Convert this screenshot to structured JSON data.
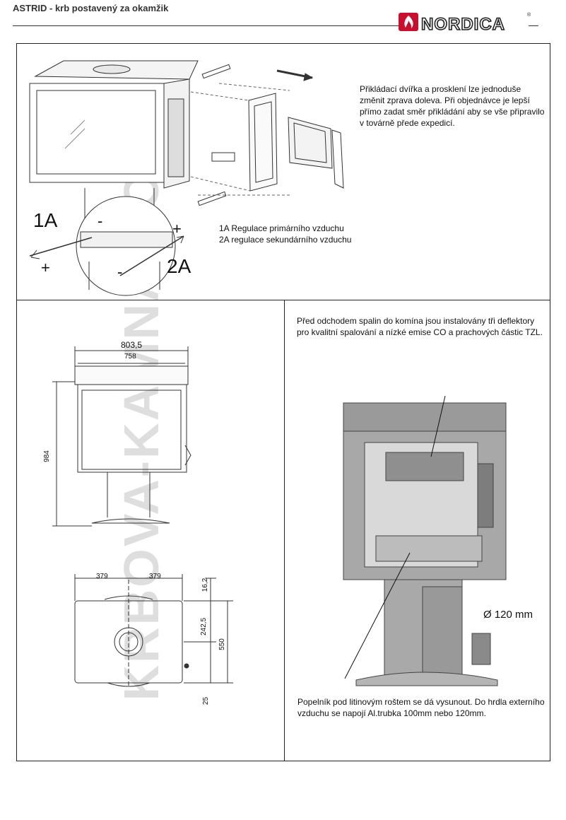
{
  "header": {
    "title": "ASTRID - krb postavený za okamžik",
    "brand": "NORDICA",
    "brand_mark": "®",
    "brand_color": "#c8102e"
  },
  "top_section": {
    "door_note": "Přikládací dvířka a prosklení lze jednoduše změnit zprava doleva. Při objednávce je lepší přímo zadat směr přikládání aby se vše připravilo v továrně přede expedicí.",
    "label_1a": "1A",
    "label_2a": "2A",
    "plus": "+",
    "minus": "-",
    "air_note_1": "1A Regulace primárního vzduchu",
    "air_note_2": "2A regulace sekundárního vzduchu"
  },
  "dimensions": {
    "overall_width": "803,5",
    "body_width": "758",
    "height": "984",
    "half_left": "379",
    "half_right": "379",
    "offset_top": "16,2",
    "center_depth": "242,5",
    "depth": "550",
    "offset_bottom": "25"
  },
  "right_section": {
    "deflector_note": "Před odchodem spalin do komína jsou instalovány tři deflektory pro kvalitní spalování a nízké emise CO a prachových částic TZL.",
    "flue_label": "Ø 120 mm",
    "ash_note": "Popelník pod litinovým roštem se dá vysunout. Do hrdla externího vzduchu se napojí Al.trubka 100mm nebo 120mm."
  },
  "watermark": "KRBOVA-KAMNA.COM"
}
